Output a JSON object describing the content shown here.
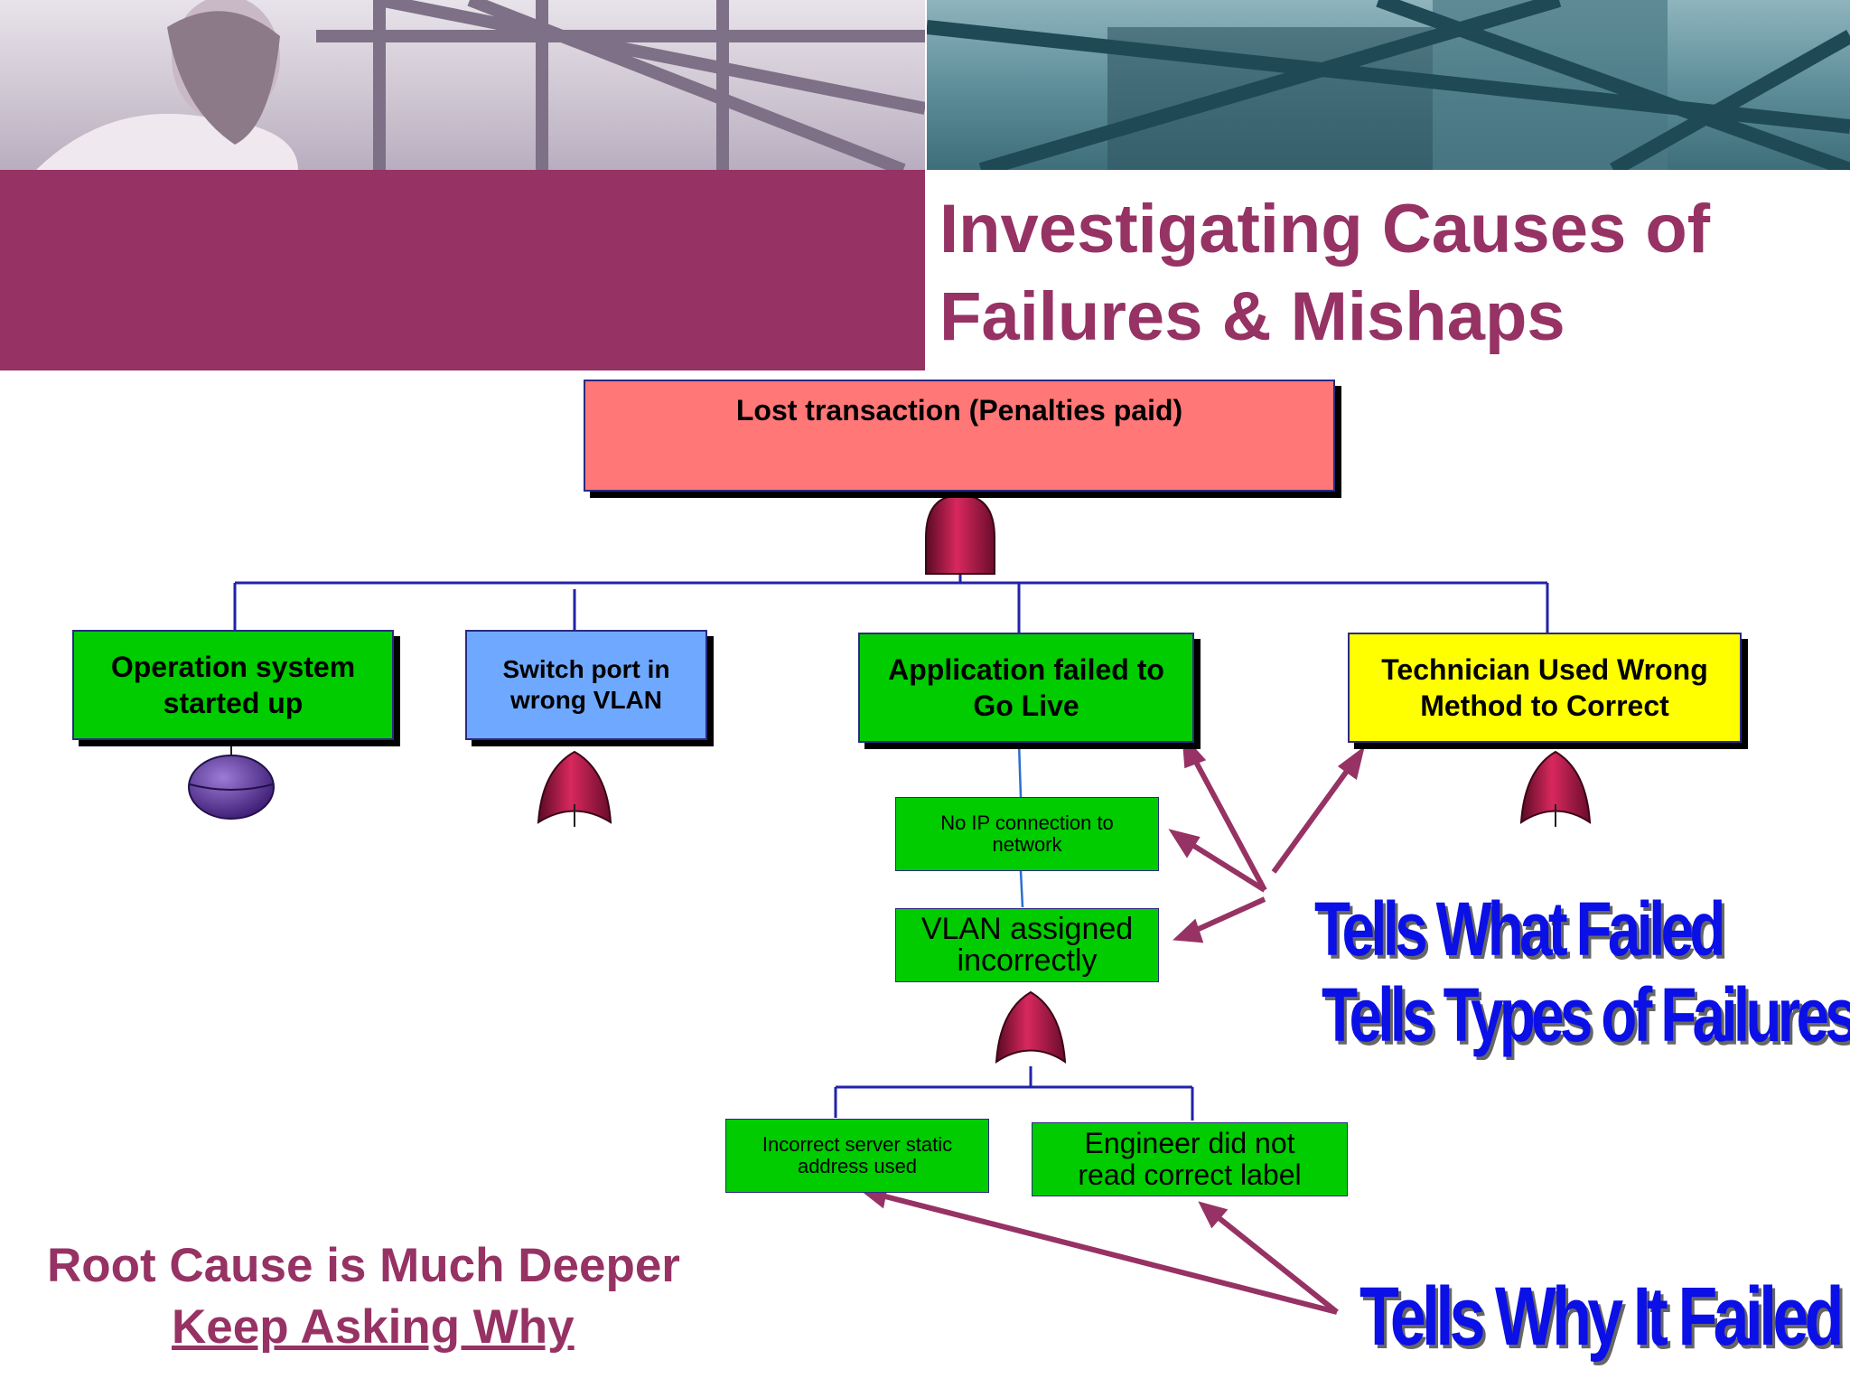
{
  "header": {
    "title_line1": "Investigating Causes of",
    "title_line2": "Failures & Mishaps"
  },
  "tree": {
    "top_event": "Lost transaction (Penalties paid)",
    "operation_system": "Operation system started up",
    "switch_port_line1": "Switch port in",
    "switch_port_line2": "wrong VLAN",
    "app_failed_line1": "Application failed to",
    "app_failed_line2": "Go Live",
    "technician_line1": "Technician Used Wrong",
    "technician_line2": "Method to Correct",
    "no_ip_line1": "No IP connection to",
    "no_ip_line2": "network",
    "vlan_line1": "VLAN assigned",
    "vlan_line2": "incorrectly",
    "incorrect_server_line1": "Incorrect server static",
    "incorrect_server_line2": "address used",
    "engineer_line1": "Engineer did not",
    "engineer_line2": "read correct label"
  },
  "notes": {
    "what_failed": "Tells What Failed",
    "types_of_failures": "Tells Types of Failures",
    "why_failed": "Tells Why It Failed",
    "root_cause": "Root Cause is Much Deeper",
    "keep_asking": "Keep Asking Why"
  },
  "colors": {
    "maroon": "#963264",
    "green": "#00cc00",
    "blue": "#6fa8ff",
    "yellow": "#ffff00",
    "red": "#ff7777",
    "note_blue": "#0a10e6",
    "gate": "#b0164a"
  }
}
